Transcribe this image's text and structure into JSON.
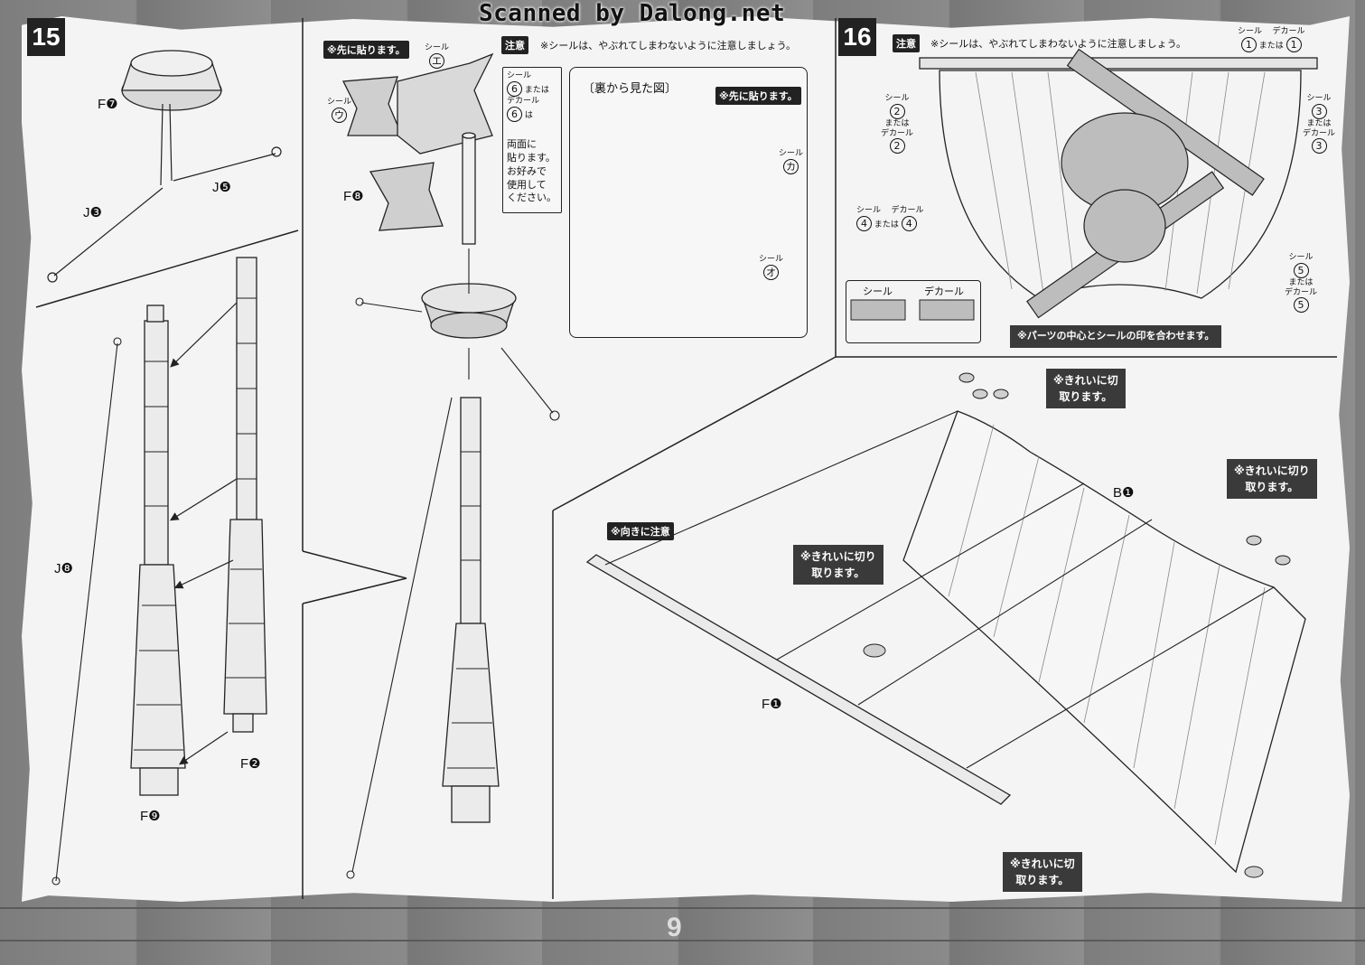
{
  "header": {
    "scan_watermark": "Scanned by Dalong.net"
  },
  "page_number": "9",
  "step15": {
    "number": "15",
    "labels": {
      "F7": "F❼",
      "J3": "J❸",
      "J5": "J❺",
      "J8": "J❽",
      "F2": "F❷",
      "F9": "F❾",
      "F8": "F❽"
    },
    "tag_first": "※先に貼ります。",
    "seal_u": {
      "top": "シール",
      "char": "ウ"
    },
    "seal_e": {
      "top": "シール",
      "char": "エ"
    },
    "caution_tag": "注意",
    "caution_text": "※シールは、やぶれてしまわないように注意しましょう。",
    "side_note": {
      "seal": "シール",
      "six": "6",
      "mataha": "または",
      "decal": "デカール",
      "ha": "は",
      "lines": [
        "両面に",
        "貼ります。",
        "お好みで",
        "使用して",
        "ください。"
      ]
    },
    "back_view": {
      "title": "〔裏から見た図〕",
      "tag_first": "※先に貼ります。",
      "seal_ka": {
        "top": "シール",
        "char": "カ"
      },
      "seal_o": {
        "top": "シール",
        "char": "オ"
      }
    }
  },
  "step16": {
    "number": "16",
    "caution_tag": "注意",
    "caution_text": "※シールは、やぶれてしまわないように注意しましょう。",
    "seal_word": "シール",
    "mataha": "または",
    "decal_word": "デカール",
    "nums": [
      "1",
      "2",
      "3",
      "4",
      "5"
    ],
    "legend": {
      "seal": "シール",
      "decal": "デカール"
    },
    "center_note": "※パーツの中心とシールの印を合わせます。",
    "cut_note_lines": [
      "※きれいに切",
      "取ります。"
    ],
    "cut_note_lines_b": [
      "※きれいに切り",
      "取ります。"
    ],
    "direction_note": "※向きに注意",
    "labels": {
      "B1": "B❶",
      "F1": "F❶"
    }
  }
}
